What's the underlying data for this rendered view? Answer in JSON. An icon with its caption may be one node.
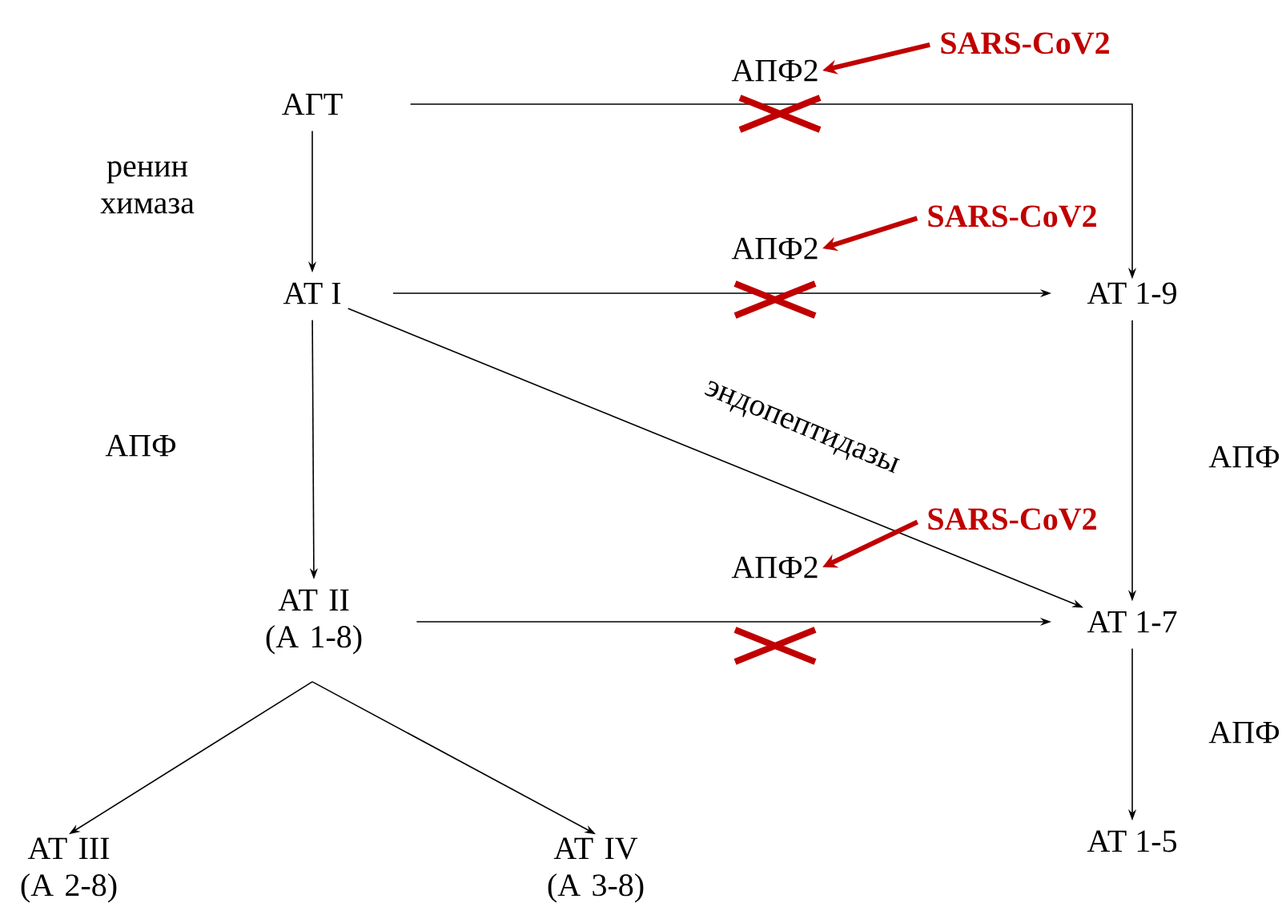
{
  "diagram": {
    "nodes": [
      {
        "text": [
          "АГТ"
        ]
      },
      {
        "text": [
          "АТ I"
        ]
      },
      {
        "text": [
          "АТ 1-9"
        ]
      },
      {
        "text": [
          "АТ II (А 1-8)"
        ]
      },
      {
        "text": [
          "АТ 1-7"
        ]
      },
      {
        "text": [
          "АТ III (А 2-8)"
        ]
      },
      {
        "text": [
          "АТ IV (А 3-8)"
        ]
      },
      {
        "text": [
          "АТ 1-5"
        ]
      },
      {
        "text": [
          "АПФ2"
        ]
      },
      {
        "text": [
          "SARS-CoV2"
        ]
      },
      {
        "text": [
          "АПФ2"
        ]
      },
      {
        "text": [
          "SARS-CoV2"
        ]
      },
      {
        "text": [
          "АПФ2"
        ]
      },
      {
        "text": [
          "SARS-CoV2"
        ]
      }
    ],
    "edges": [
      {
        "from": 0,
        "to": 1,
        "arrow": "to",
        "label": "ренин химаза"
      },
      {
        "from": 0,
        "to": 2,
        "arrow": "to"
      },
      {
        "from": 1,
        "to": 2,
        "arrow": "to"
      },
      {
        "from": 1,
        "to": 4,
        "arrow": "to",
        "label": "эндопептидазы"
      },
      {
        "from": 1,
        "to": 3,
        "arrow": "to",
        "label": "АПФ"
      },
      {
        "from": 2,
        "to": 4,
        "arrow": "to",
        "label": "АПФ"
      },
      {
        "from": 3,
        "to": 4,
        "arrow": "to"
      },
      {
        "from": 4,
        "to": 7,
        "arrow": "to",
        "label": "АПФ"
      },
      {
        "from": 3,
        "to": 5,
        "arrow": "to"
      },
      {
        "from": 3,
        "to": 6,
        "arrow": "to"
      },
      {
        "from": 9,
        "to": 8,
        "arrow": "to",
        "style": "thick",
        "color": "#c00000"
      },
      {
        "from": 11,
        "to": 10,
        "arrow": "to",
        "style": "thick",
        "color": "#c00000"
      },
      {
        "from": 13,
        "to": 12,
        "arrow": "to",
        "style": "thick",
        "color": "#c00000"
      }
    ]
  }
}
